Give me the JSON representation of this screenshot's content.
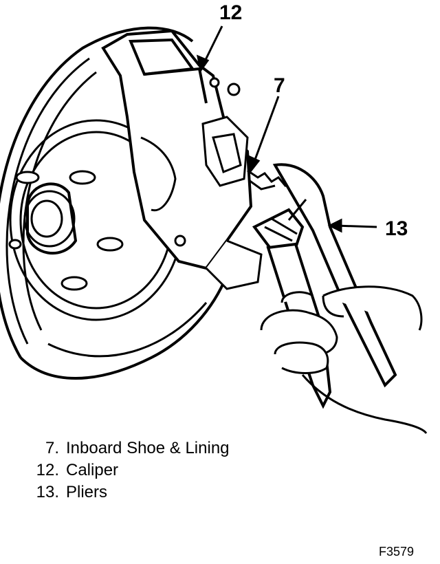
{
  "callouts": {
    "caliper": "12",
    "inboard_shoe": "7",
    "pliers": "13"
  },
  "legend": [
    {
      "number": "7.",
      "label": "Inboard Shoe & Lining"
    },
    {
      "number": "12.",
      "label": "Caliper"
    },
    {
      "number": "13.",
      "label": "Pliers"
    }
  ],
  "figure_id": "F3579"
}
